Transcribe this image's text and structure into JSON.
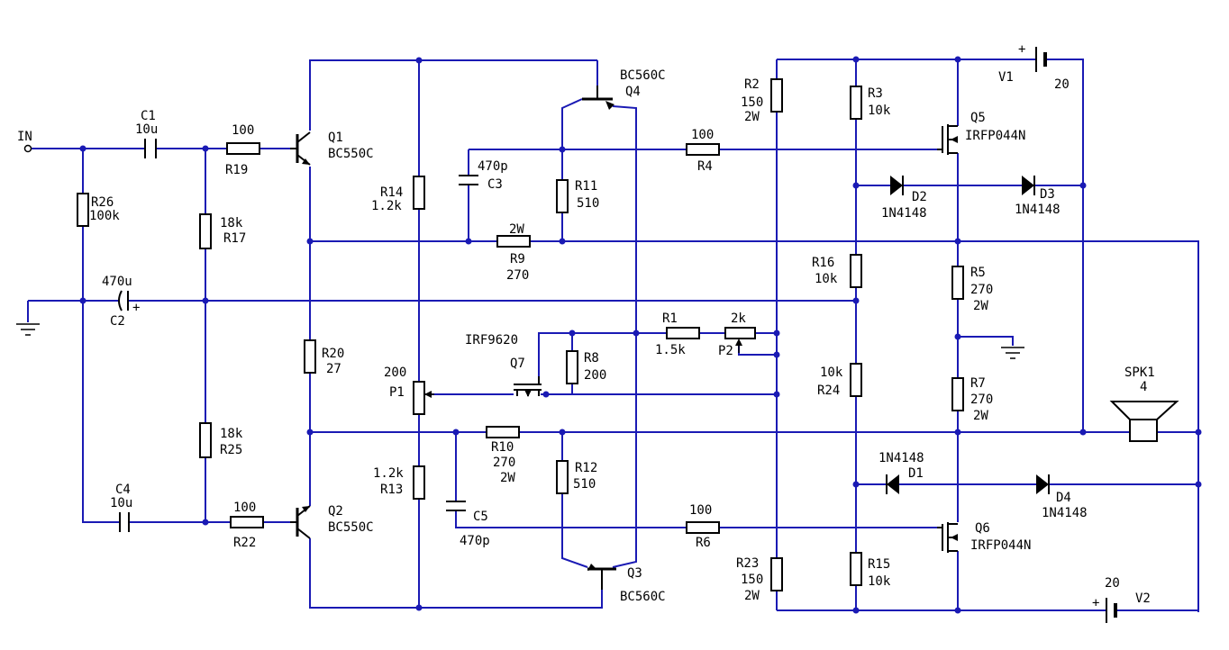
{
  "colors": {
    "wire": "#1a1ab4",
    "component": "#000000",
    "background": "#ffffff"
  },
  "labels": {
    "in": "IN",
    "c1_name": "C1",
    "c1_value": "10u",
    "r19_value": "100",
    "r19_name": "R19",
    "q1_name": "Q1",
    "q1_part": "BC550C",
    "r26_name": "R26",
    "r26_value": "100k",
    "r17_value": "18k",
    "r17_name": "R17",
    "c2_value": "470u",
    "c2_name": "C2",
    "r25_value": "18k",
    "r25_name": "R25",
    "c4_name": "C4",
    "c4_value": "10u",
    "r22_value": "100",
    "r22_name": "R22",
    "q2_name": "Q2",
    "q2_part": "BC550C",
    "r20_name": "R20",
    "r20_value": "27",
    "r14_name": "R14",
    "r14_value": "1.2k",
    "p1_value": "200",
    "p1_name": "P1",
    "r13_value": "1.2k",
    "r13_name": "R13",
    "q4_part": "BC560C",
    "q4_name": "Q4",
    "c3_value": "470p",
    "c3_name": "C3",
    "r11_name": "R11",
    "r11_value": "510",
    "r9_power": "2W",
    "r9_name": "R9",
    "r9_value": "270",
    "q7_part": "IRF9620",
    "q7_name": "Q7",
    "r8_name": "R8",
    "r8_value": "200",
    "r1_name": "R1",
    "r1_value": "1.5k",
    "p2_value": "2k",
    "p2_name": "P2",
    "r10_name": "R10",
    "r10_value": "270",
    "r10_power": "2W",
    "r12_name": "R12",
    "r12_value": "510",
    "c5_name": "C5",
    "c5_value": "470p",
    "r6_value": "100",
    "r6_name": "R6",
    "q3_name": "Q3",
    "q3_part": "BC560C",
    "r4_value": "100",
    "r4_name": "R4",
    "r2_name": "R2",
    "r2_value": "150",
    "r2_power": "2W",
    "r3_name": "R3",
    "r3_value": "10k",
    "q5_name": "Q5",
    "q5_part": "IRFP044N",
    "v1_name": "V1",
    "v1_value": "20",
    "d2_name": "D2",
    "d2_part": "1N4148",
    "d3_name": "D3",
    "d3_part": "1N4148",
    "r16_name": "R16",
    "r16_value": "10k",
    "r5_name": "R5",
    "r5_value": "270",
    "r5_power": "2W",
    "r24_value": "10k",
    "r24_name": "R24",
    "r7_name": "R7",
    "r7_value": "270",
    "r7_power": "2W",
    "spk1_name": "SPK1",
    "spk1_value": "4",
    "d1_part": "1N4148",
    "d1_name": "D1",
    "d4_name": "D4",
    "d4_part": "1N4148",
    "q6_name": "Q6",
    "q6_part": "IRFP044N",
    "r23_name": "R23",
    "r23_value": "150",
    "r23_power": "2W",
    "r15_name": "R15",
    "r15_value": "10k",
    "v2_value": "20",
    "v2_name": "V2",
    "plus": "+"
  }
}
